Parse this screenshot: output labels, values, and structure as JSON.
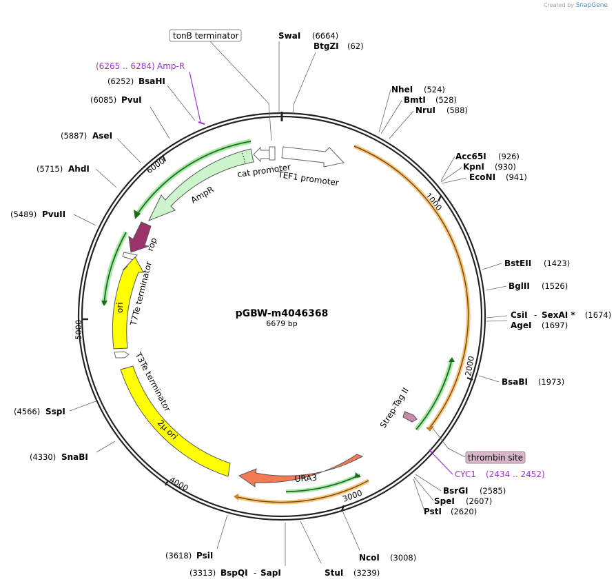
{
  "credit": {
    "prefix": "Created by",
    "brand": "SnapGene"
  },
  "plasmid": {
    "name": "pGBW-m4046368",
    "size": "6679 bp"
  },
  "ticks": [
    "1000",
    "2000",
    "3000",
    "4000",
    "5000",
    "6000"
  ],
  "sites": [
    {
      "name": "SwaI",
      "pos": "(6664)"
    },
    {
      "name": "BtgZI",
      "pos": "(62)"
    },
    {
      "name": "NheI",
      "pos": "(524)"
    },
    {
      "name": "BmtI",
      "pos": "(528)"
    },
    {
      "name": "NruI",
      "pos": "(588)"
    },
    {
      "name": "Acc65I",
      "pos": "(926)"
    },
    {
      "name": "KpnI",
      "pos": "(930)"
    },
    {
      "name": "EcoNI",
      "pos": "(941)"
    },
    {
      "name": "BstEII",
      "pos": "(1423)"
    },
    {
      "name": "BglII",
      "pos": "(1526)"
    },
    {
      "name": "CsiI",
      "pos": "(1674)",
      "name2": "SexAI *",
      "sep": "-"
    },
    {
      "name": "AgeI",
      "pos": "(1697)"
    },
    {
      "name": "BsaBI",
      "pos": "(1973)"
    },
    {
      "name": "BsrGI",
      "pos": "(2585)"
    },
    {
      "name": "SpeI",
      "pos": "(2607)"
    },
    {
      "name": "PstI",
      "pos": "(2620)"
    },
    {
      "name": "NcoI",
      "pos": "(3008)"
    },
    {
      "name": "StuI",
      "pos": "(3239)"
    },
    {
      "name": "BspQI",
      "pos": "(3313)",
      "name2": "SapI",
      "sep": "-"
    },
    {
      "name": "PsiI",
      "pos": "(3618)"
    },
    {
      "name": "SnaBI",
      "pos": "(4330)"
    },
    {
      "name": "SspI",
      "pos": "(4566)"
    },
    {
      "name": "PvuII",
      "pos": "(5489)"
    },
    {
      "name": "AhdI",
      "pos": "(5715)"
    },
    {
      "name": "AseI",
      "pos": "(5887)"
    },
    {
      "name": "PvuI",
      "pos": "(6085)"
    },
    {
      "name": "BsaHI",
      "pos": "(6252)"
    }
  ],
  "primers": [
    {
      "name": "Amp-R",
      "range": "(6265 .. 6284)"
    },
    {
      "name": "CYC1",
      "range": "(2434 .. 2452)"
    }
  ],
  "boxed": [
    {
      "name": "tonB terminator"
    },
    {
      "name": "thrombin site"
    }
  ],
  "features": [
    {
      "name": "cat promoter"
    },
    {
      "name": "TEF1 promoter"
    },
    {
      "name": "AmpR"
    },
    {
      "name": "rop"
    },
    {
      "name": "T7Te terminator"
    },
    {
      "name": "ori"
    },
    {
      "name": "T3Te terminator"
    },
    {
      "name": "2μ ori"
    },
    {
      "name": "URA3"
    },
    {
      "name": "Strep-Tag II"
    }
  ],
  "colors": {
    "backbone": "#222222",
    "ampr": "#ccf5cc",
    "rop": "#99336a",
    "ori": "#ffff00",
    "ura3": "#f47a55",
    "orf": "#e8a040",
    "orf_inner": "#2a8a2a",
    "primer": "#9b30d0",
    "thrombin": "#d8b8c8",
    "strep": "#c88aa8"
  }
}
